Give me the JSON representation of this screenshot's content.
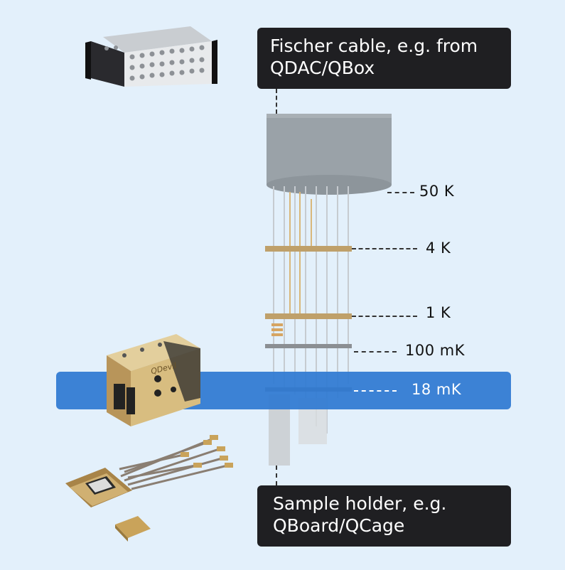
{
  "labels": {
    "top_box_line1": "Fischer cable, e.g. from",
    "top_box_line2": "QDAC/QBox",
    "bottom_box_line1": "Sample holder, e.g.",
    "bottom_box_line2": "QBoard/QCage"
  },
  "stages": [
    {
      "name": "50 K"
    },
    {
      "name": "4 K"
    },
    {
      "name": "1 K"
    },
    {
      "name": "100 mK"
    },
    {
      "name": "18 mK"
    }
  ],
  "logo": "QDevil",
  "colors": {
    "background": "#e3f0fb",
    "band": "#2f7ad2",
    "box": "#1f1f22",
    "cryostat_top": "#98a0a6",
    "gold": "#c9a35a"
  }
}
